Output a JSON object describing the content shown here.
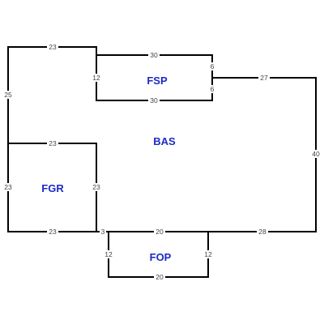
{
  "areas": [
    {
      "code": "BAS"
    },
    {
      "code": "FSP"
    },
    {
      "code": "FGR"
    },
    {
      "code": "FOP"
    }
  ],
  "dimensions": {
    "outer_top": "23",
    "outer_left_upper": "25",
    "outer_right": "40",
    "bottom_right": "28",
    "fsp_top": "30",
    "fsp_bottom": "30",
    "fsp_left": "12",
    "fsp_right_upper": "6",
    "fsp_right_lower": "6",
    "fsp_to_right": "27",
    "fgr_top": "23",
    "fgr_bottom": "23",
    "fgr_left": "23",
    "fgr_right": "23",
    "step_gap": "3",
    "fop_top": "20",
    "fop_bottom": "20",
    "fop_left": "12",
    "fop_right": "12"
  },
  "colors": {
    "wall": "#000000",
    "label": "#1a2bc4",
    "dimension_text": "#444444"
  }
}
